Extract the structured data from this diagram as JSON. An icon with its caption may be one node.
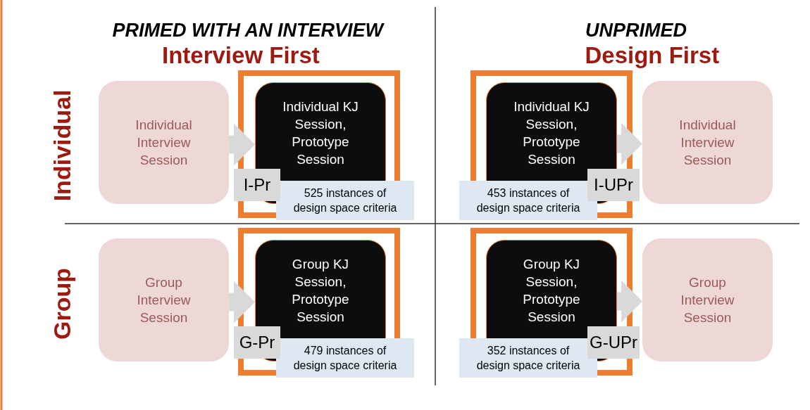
{
  "diagram": {
    "nodes": [
      {
        "text": [
          "Individual Interview Session"
        ]
      },
      {
        "text": [],
        "shape": "box"
      },
      {
        "text": [
          "Individual KJ Session, Prototype Session"
        ],
        "in": 1
      },
      {
        "text": [
          "I-Pr"
        ]
      },
      {
        "text": [
          "525 instances of design space criteria"
        ]
      },
      {
        "text": [],
        "shape": "box"
      },
      {
        "text": [
          "Individual KJ Session, Prototype Session"
        ],
        "in": 5
      },
      {
        "text": [
          "453 instances of design space criteria"
        ]
      },
      {
        "text": [
          "I-UPr"
        ]
      },
      {
        "text": [
          "Individual Interview Session"
        ]
      },
      {
        "text": [
          "Group Interview Session"
        ]
      },
      {
        "text": [],
        "shape": "box"
      },
      {
        "text": [
          "Group KJ Session, Prototype Session"
        ],
        "in": 11
      },
      {
        "text": [
          "G-Pr"
        ]
      },
      {
        "text": [
          "479 instances of design space criteria"
        ]
      },
      {
        "text": [],
        "shape": "box"
      },
      {
        "text": [
          "Group KJ Session, Prototype Session"
        ],
        "in": 15
      },
      {
        "text": [
          "352 instances of design space criteria"
        ]
      },
      {
        "text": [
          "G-UPr"
        ]
      },
      {
        "text": [
          "Group Interview Session"
        ]
      }
    ],
    "edges": [
      {
        "from": 0,
        "to": 2,
        "arrow": "to"
      },
      {
        "from": 6,
        "to": 9,
        "arrow": "to"
      },
      {
        "from": 10,
        "to": 12,
        "arrow": "to"
      },
      {
        "from": 16,
        "to": 19,
        "arrow": "to"
      }
    ],
    "labels": [
      "PRIMED WITH AN INTERVIEW",
      "Interview First",
      "UNPRIMED",
      "Design First",
      "Individual",
      "Group"
    ]
  }
}
